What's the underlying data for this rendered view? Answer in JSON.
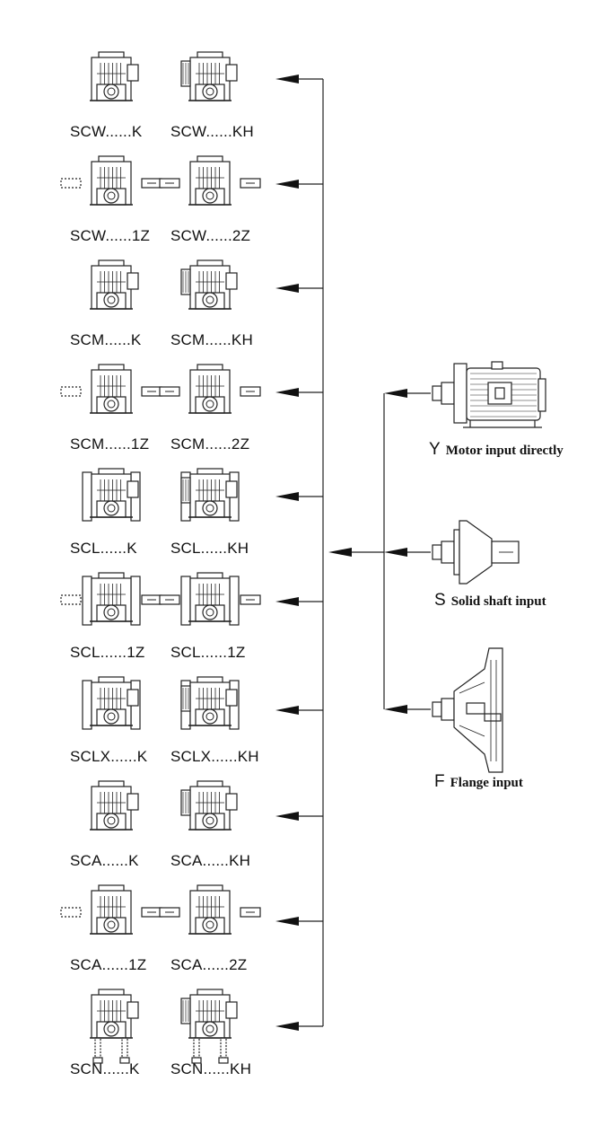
{
  "rows": [
    {
      "left": "SCW......K",
      "right": "SCW......KH",
      "variant": "w-k"
    },
    {
      "left": "SCW......1Z",
      "right": "SCW......2Z",
      "variant": "w-z"
    },
    {
      "left": "SCM......K",
      "right": "SCM......KH",
      "variant": "m-k"
    },
    {
      "left": "SCM......1Z",
      "right": "SCM......2Z",
      "variant": "m-z"
    },
    {
      "left": "SCL......K",
      "right": "SCL......KH",
      "variant": "l-k"
    },
    {
      "left": "SCL......1Z",
      "right": "SCL......1Z",
      "variant": "l-z"
    },
    {
      "left": "SCLX......K",
      "right": "SCLX......KH",
      "variant": "lx-k"
    },
    {
      "left": "SCA......K",
      "right": "SCA......KH",
      "variant": "a-k"
    },
    {
      "left": "SCA......1Z",
      "right": "SCA......2Z",
      "variant": "a-z"
    },
    {
      "left": "SCN......K",
      "right": "SCN......KH",
      "variant": "n-k"
    }
  ],
  "inputs": [
    {
      "code": "Y",
      "label": "Motor input directly",
      "kind": "motor"
    },
    {
      "code": "S",
      "label": "Solid shaft input",
      "kind": "shaft"
    },
    {
      "code": "F",
      "label": "Flange input",
      "kind": "flange"
    }
  ]
}
